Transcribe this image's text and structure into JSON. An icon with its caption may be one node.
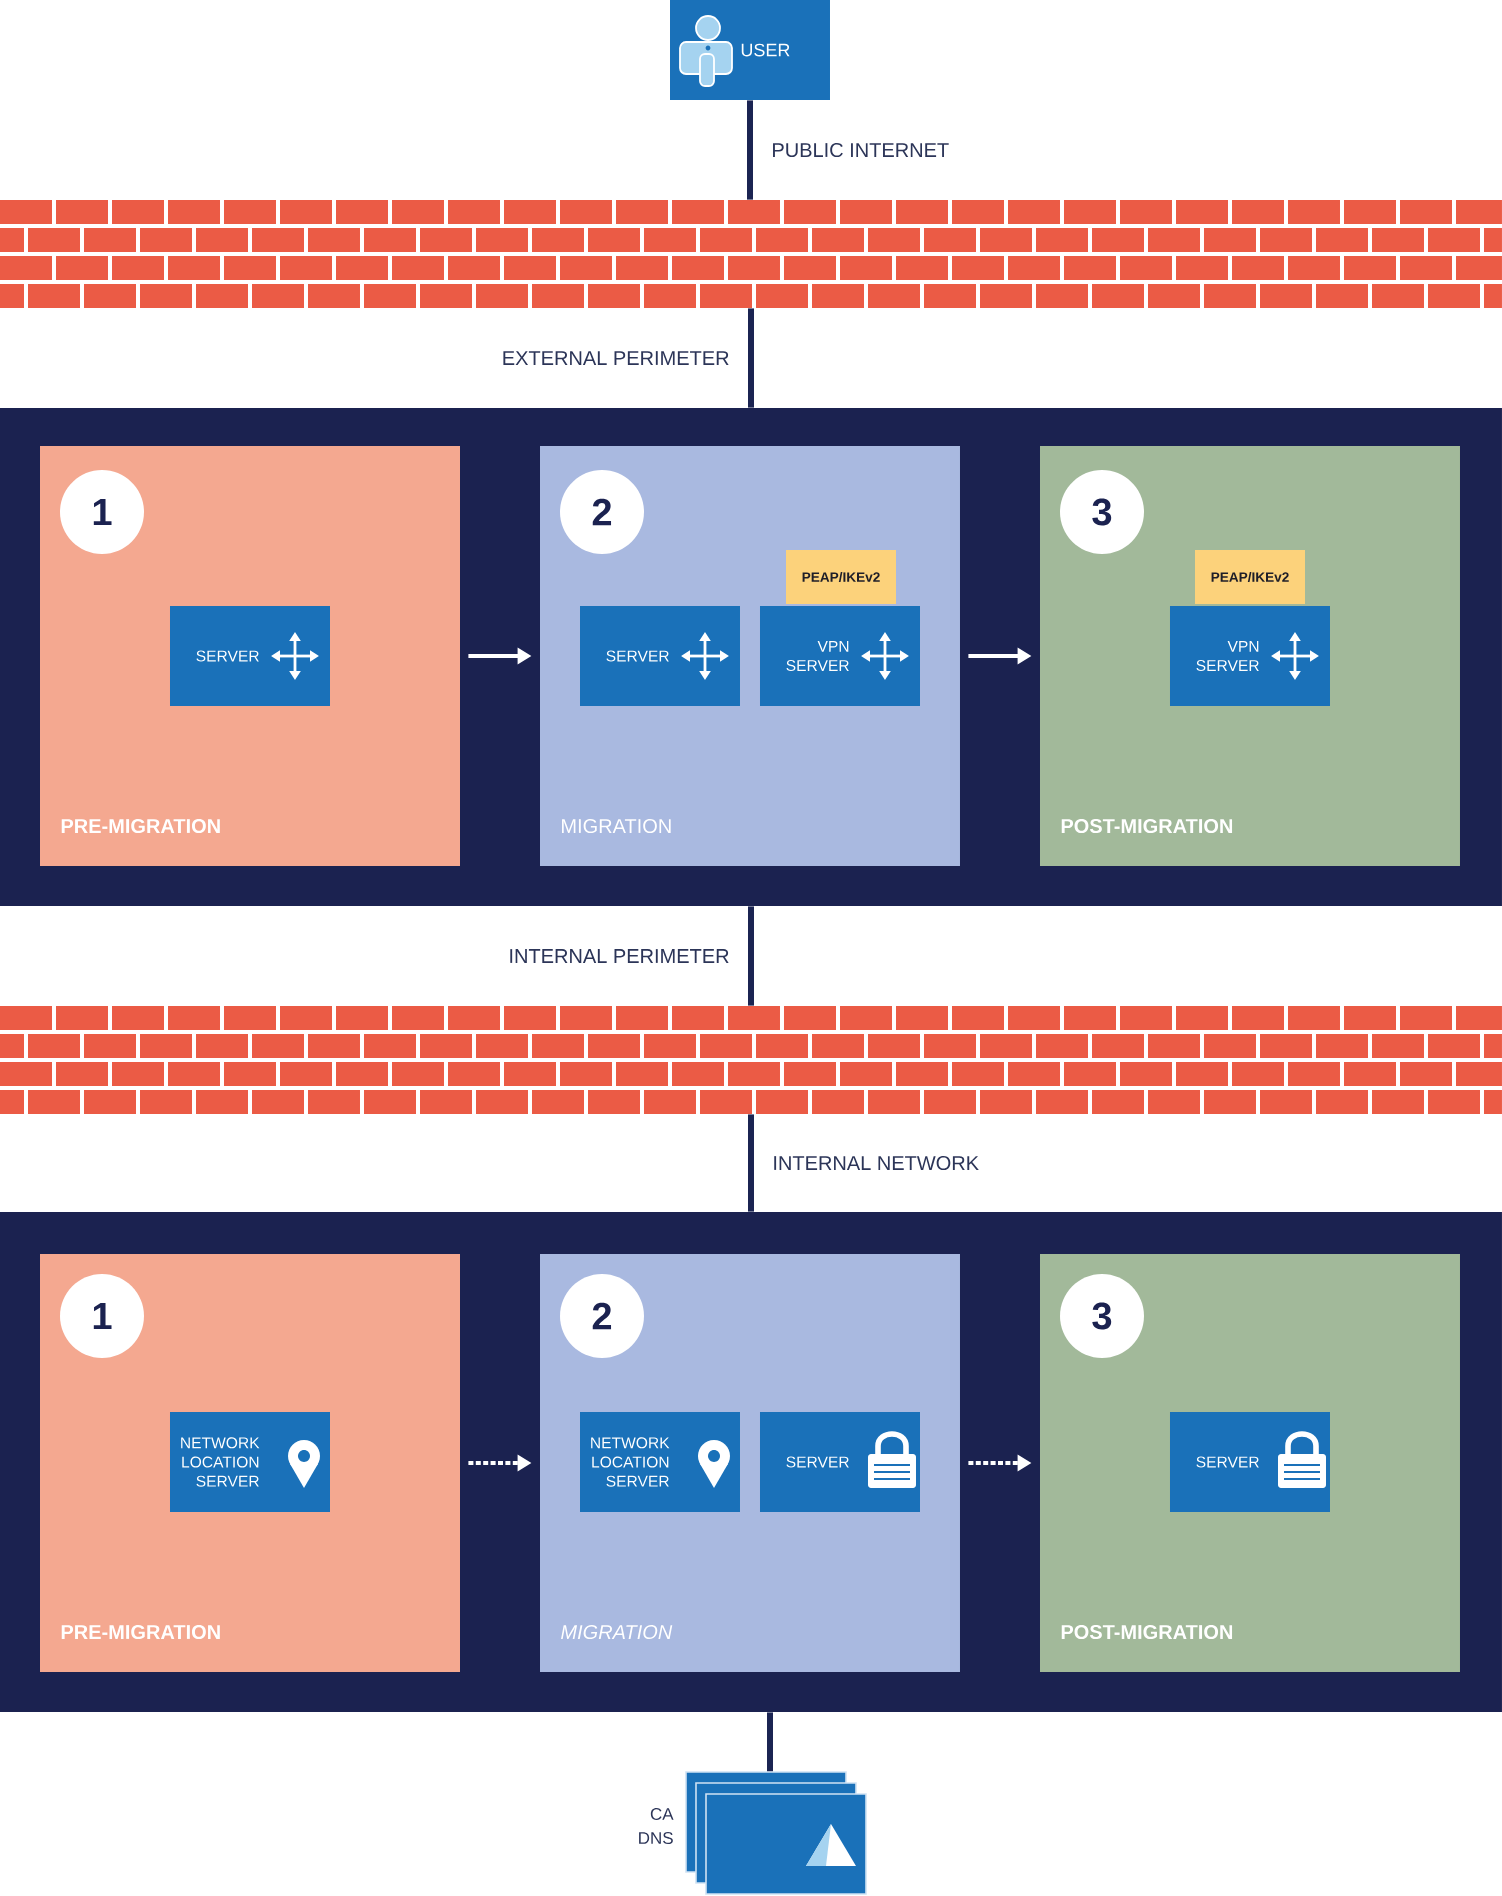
{
  "diagram": {
    "nodes": [
      {
        "text": [
          "USER"
        ]
      },
      {
        "text": [],
        "shape": "wall"
      },
      {
        "text": [],
        "shape": "box"
      },
      {
        "text": [
          "PRE-MIGRATION"
        ],
        "in": 2
      },
      {
        "text": [
          "1"
        ],
        "in": 3
      },
      {
        "text": [
          "SERVER"
        ],
        "in": 3
      },
      {
        "text": [
          "MIGRATION"
        ],
        "in": 2
      },
      {
        "text": [
          "2"
        ],
        "in": 6
      },
      {
        "text": [
          "SERVER"
        ],
        "in": 6
      },
      {
        "text": [
          "PEAP/IKEv2"
        ],
        "in": 6
      },
      {
        "text": [
          "VPN SERVER"
        ],
        "in": 6
      },
      {
        "text": [
          "POST-MIGRATION"
        ],
        "in": 2
      },
      {
        "text": [
          "3"
        ],
        "in": 11
      },
      {
        "text": [
          "PEAP/IKEv2"
        ],
        "in": 11
      },
      {
        "text": [
          "VPN SERVER"
        ],
        "in": 11
      },
      {
        "text": [],
        "shape": "wall"
      },
      {
        "text": [],
        "shape": "box"
      },
      {
        "text": [
          "PRE-MIGRATION"
        ],
        "in": 16
      },
      {
        "text": [
          "1"
        ],
        "in": 17
      },
      {
        "text": [
          "NETWORK LOCATION SERVER"
        ],
        "in": 17
      },
      {
        "text": [
          "MIGRATION"
        ],
        "in": 16
      },
      {
        "text": [
          "2"
        ],
        "in": 20
      },
      {
        "text": [
          "NETWORK LOCATION SERVER"
        ],
        "in": 20
      },
      {
        "text": [
          "SERVER"
        ],
        "in": 20
      },
      {
        "text": [
          "POST-MIGRATION"
        ],
        "in": 16
      },
      {
        "text": [
          "3"
        ],
        "in": 24
      },
      {
        "text": [
          "SERVER"
        ],
        "in": 24
      },
      {
        "text": [],
        "shape": "stack",
        "beside": [
          "CA",
          "DNS"
        ]
      }
    ],
    "edges": [
      {
        "from": 0,
        "to": 1,
        "arrow": "none",
        "label": "PUBLIC INTERNET"
      },
      {
        "from": 1,
        "to": 2,
        "arrow": "none",
        "label": "EXTERNAL PERIMETER"
      },
      {
        "from": 3,
        "to": 6,
        "arrow": "to",
        "color": "#ffffff"
      },
      {
        "from": 6,
        "to": 11,
        "arrow": "to",
        "color": "#ffffff"
      },
      {
        "from": 2,
        "to": 15,
        "arrow": "none",
        "label": "INTERNAL PERIMETER"
      },
      {
        "from": 15,
        "to": 16,
        "arrow": "none",
        "label": "INTERNAL NETWORK"
      },
      {
        "from": 17,
        "to": 20,
        "arrow": "to",
        "style": "dashed",
        "color": "#ffffff"
      },
      {
        "from": 20,
        "to": 24,
        "arrow": "to",
        "style": "dashed",
        "color": "#ffffff"
      },
      {
        "from": 16,
        "to": 27,
        "arrow": "none"
      }
    ]
  }
}
